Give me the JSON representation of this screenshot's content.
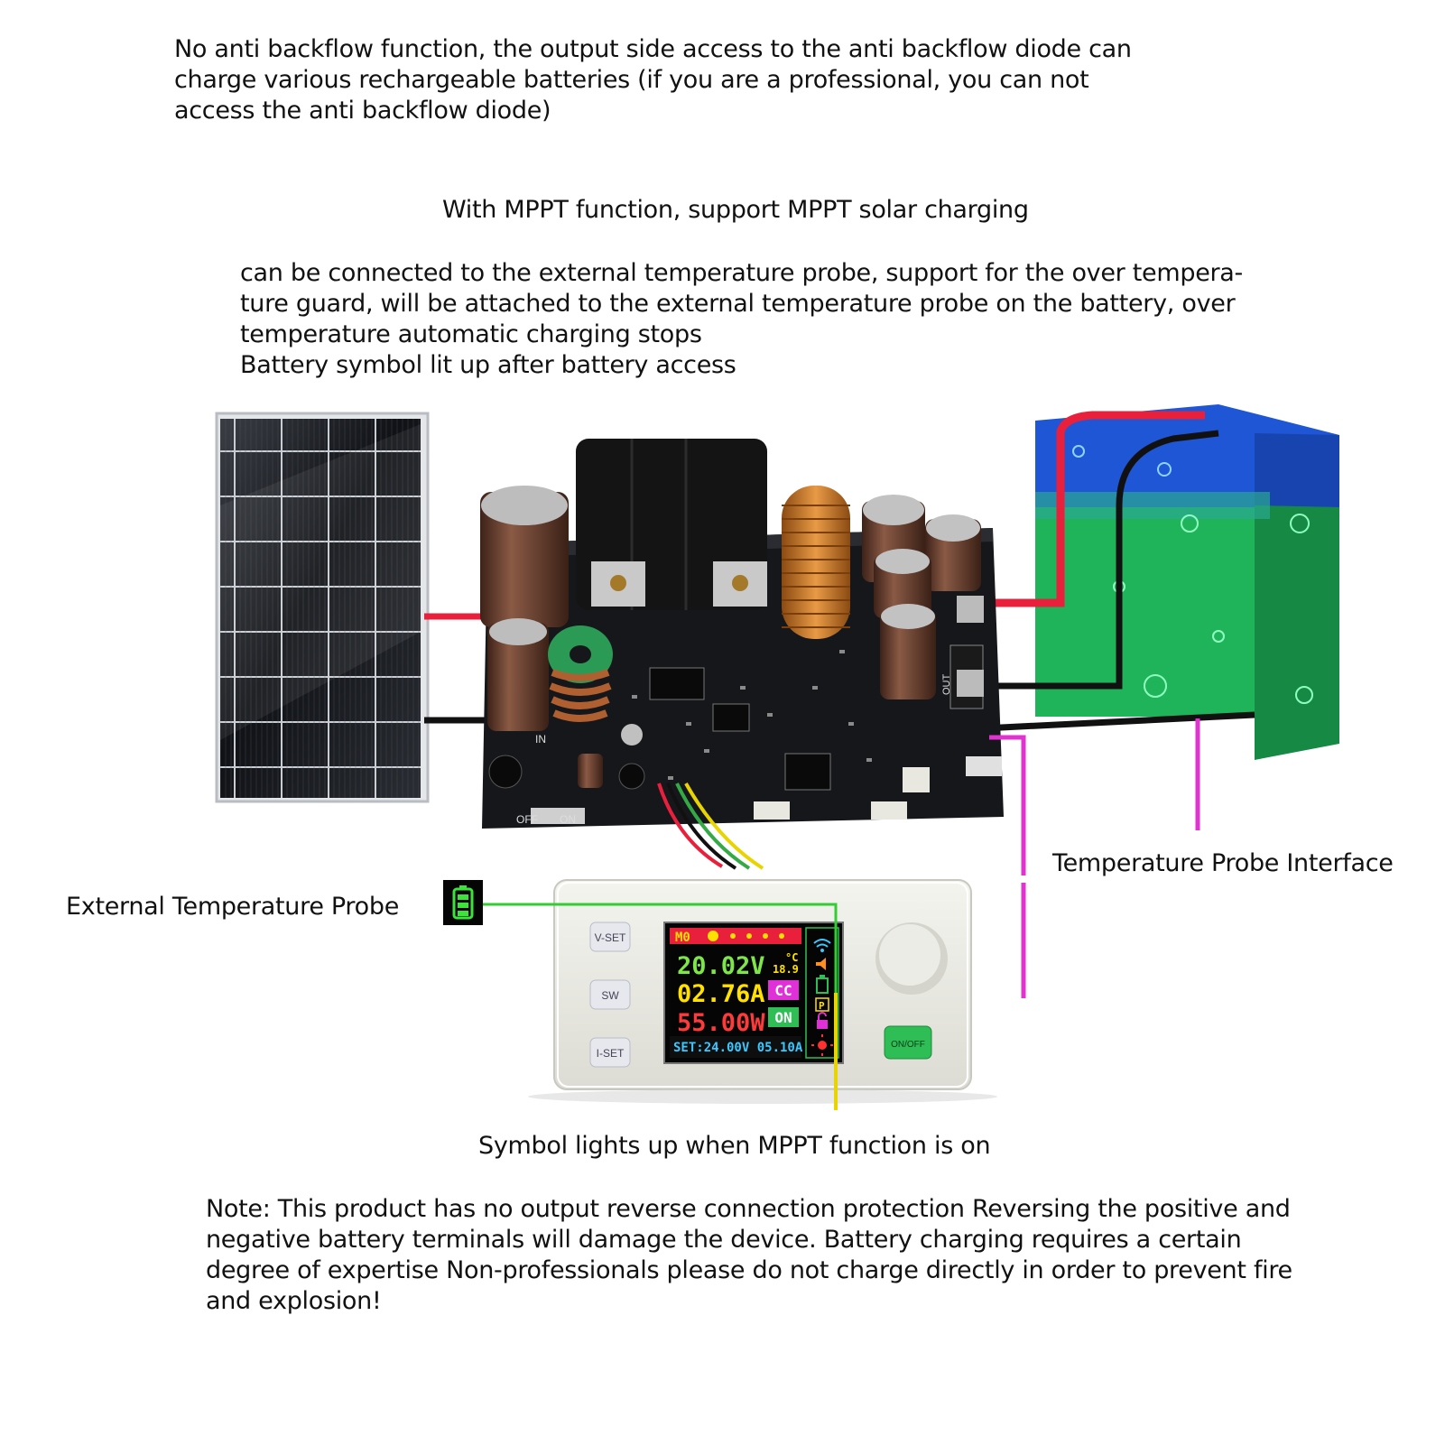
{
  "texts": {
    "backflow": "No anti backflow function, the output side access to the anti backflow diode can\ncharge various rechargeable batteries (if you are a professional, you can not\naccess the anti backflow diode)",
    "mppt": "With MPPT function, support MPPT solar charging",
    "probe_desc": "can be connected to the external temperature probe, support for the over tempera-\nture guard, will be attached to the external temperature probe on the battery, over\ntemperature automatic charging stops",
    "battery_symbol": "Battery symbol lit up after battery access",
    "external_probe": "External Temperature Probe",
    "probe_interface": "Temperature Probe Interface",
    "symbol_mppt": "Symbol lights up when MPPT function is on",
    "note": "Note: This product has no output reverse connection protection Reversing the positive and\nnegative battery terminals will damage the device. Battery charging requires a certain\ndegree of expertise Non-professionals please do not charge directly in order to prevent fire\nand explosion!"
  },
  "display": {
    "mode": "M0",
    "voltage": "20.02V",
    "current": "02.76A",
    "power": "55.00W",
    "temperature": "18.9",
    "temp_unit": "°C",
    "cc_badge": "CC",
    "on_badge": "ON",
    "set_line": "SET:24.00V 05.10A"
  },
  "buttons": {
    "vset": "V-SET",
    "sw": "SW",
    "iset": "I-SET",
    "onoff": "ON/OFF"
  },
  "board": {
    "switch_off": "OFF",
    "switch_on": "ON",
    "in_label": "IN",
    "out_label": "OUT"
  },
  "colors": {
    "probe_line_pink": "#e033d0",
    "indicator_line_green": "#33cc33",
    "indicator_line_yellow": "#e8d400",
    "wire_red": "#e8203c",
    "battery_blue": "#1e56d6",
    "battery_green": "#1fb45a"
  }
}
